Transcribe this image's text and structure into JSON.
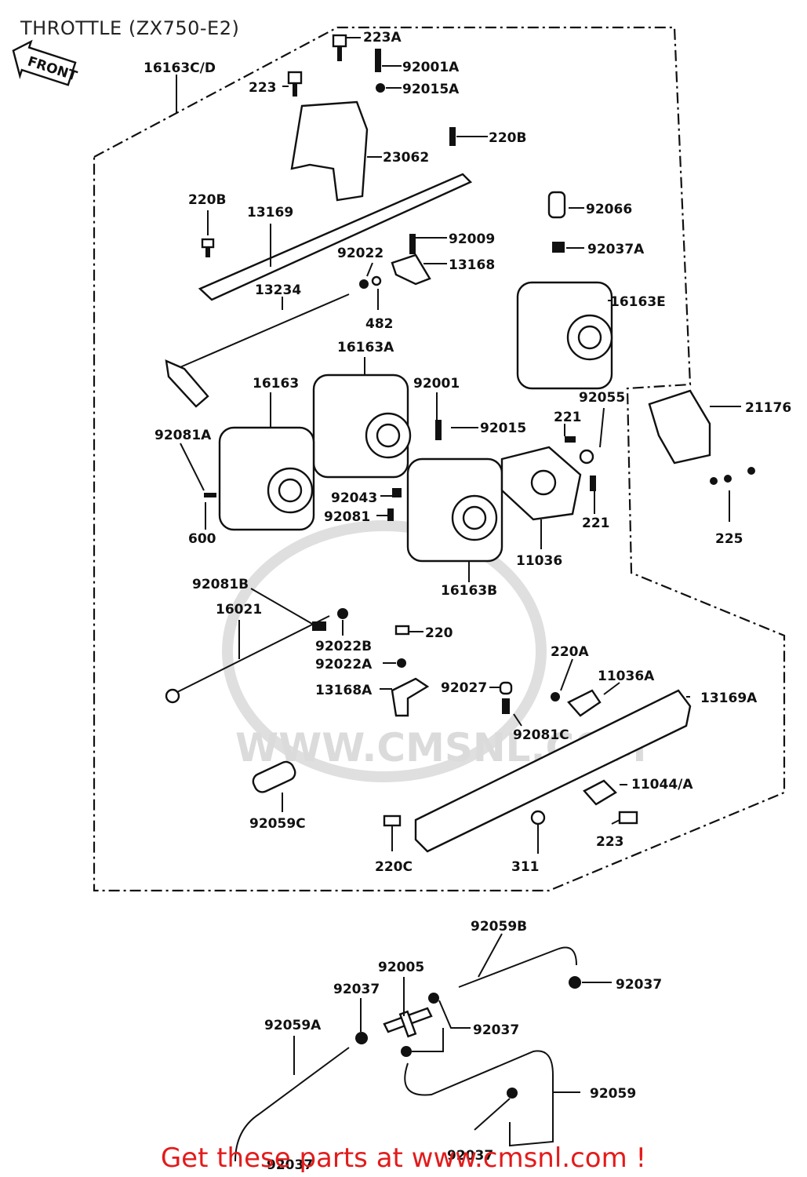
{
  "title": "THROTTLE (ZX750-E2)",
  "front_tag": "FRONT",
  "watermark": "WWW.CMSNL.COM",
  "promo_link": "Get these parts at www.cmsnl.com !",
  "part_labels": [
    "223A",
    "92001A",
    "92015A",
    "223",
    "16163C/D",
    "23062",
    "220B",
    "220B",
    "13169",
    "92066",
    "92009",
    "92022",
    "13168",
    "92037A",
    "482",
    "13234",
    "16163E",
    "16163A",
    "16163",
    "92001",
    "92055",
    "21176",
    "92015",
    "221",
    "92081A",
    "92043",
    "92081",
    "221",
    "225",
    "600",
    "11036",
    "16163B",
    "92081B",
    "16021",
    "220",
    "92022B",
    "92022A",
    "220A",
    "11036A",
    "13168A",
    "92027",
    "13169A",
    "92081C",
    "11044/A",
    "92059C",
    "223",
    "220C",
    "311",
    "92059B",
    "92005",
    "92037",
    "92037",
    "92037",
    "92059A",
    "92059",
    "92037",
    "92037"
  ]
}
